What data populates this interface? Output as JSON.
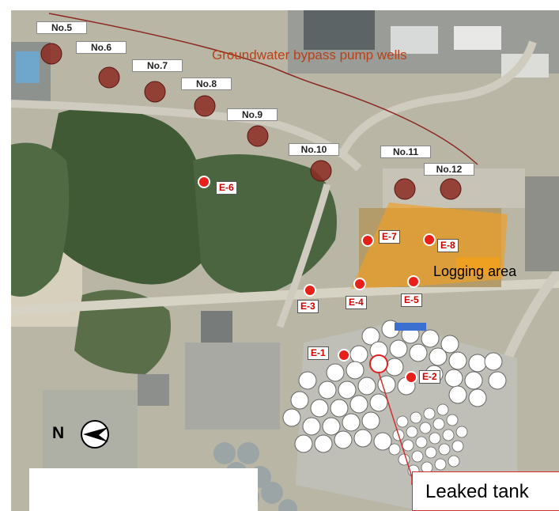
{
  "annotations": {
    "bypass_title": "Groundwater bypass pump wells",
    "logging_area": "Logging area",
    "leaked_tank": "Leaked tank",
    "compass_north": "N"
  },
  "pump_wells": [
    {
      "label": "No.5"
    },
    {
      "label": "No.6"
    },
    {
      "label": "No.7"
    },
    {
      "label": "No.8"
    },
    {
      "label": "No.9"
    },
    {
      "label": "No.10"
    },
    {
      "label": "No.11"
    },
    {
      "label": "No.12"
    }
  ],
  "observation_holes": [
    {
      "label": "E-1"
    },
    {
      "label": "E-2"
    },
    {
      "label": "E-3"
    },
    {
      "label": "E-4"
    },
    {
      "label": "E-5"
    },
    {
      "label": "E-6"
    },
    {
      "label": "E-7"
    },
    {
      "label": "E-8"
    }
  ],
  "colors": {
    "well_marker": "#8b2a22",
    "observation_marker": "#e8201a",
    "logging_area_fill": "#f0a020",
    "bypass_text": "#b5421a",
    "callout_line": "#d03030"
  }
}
